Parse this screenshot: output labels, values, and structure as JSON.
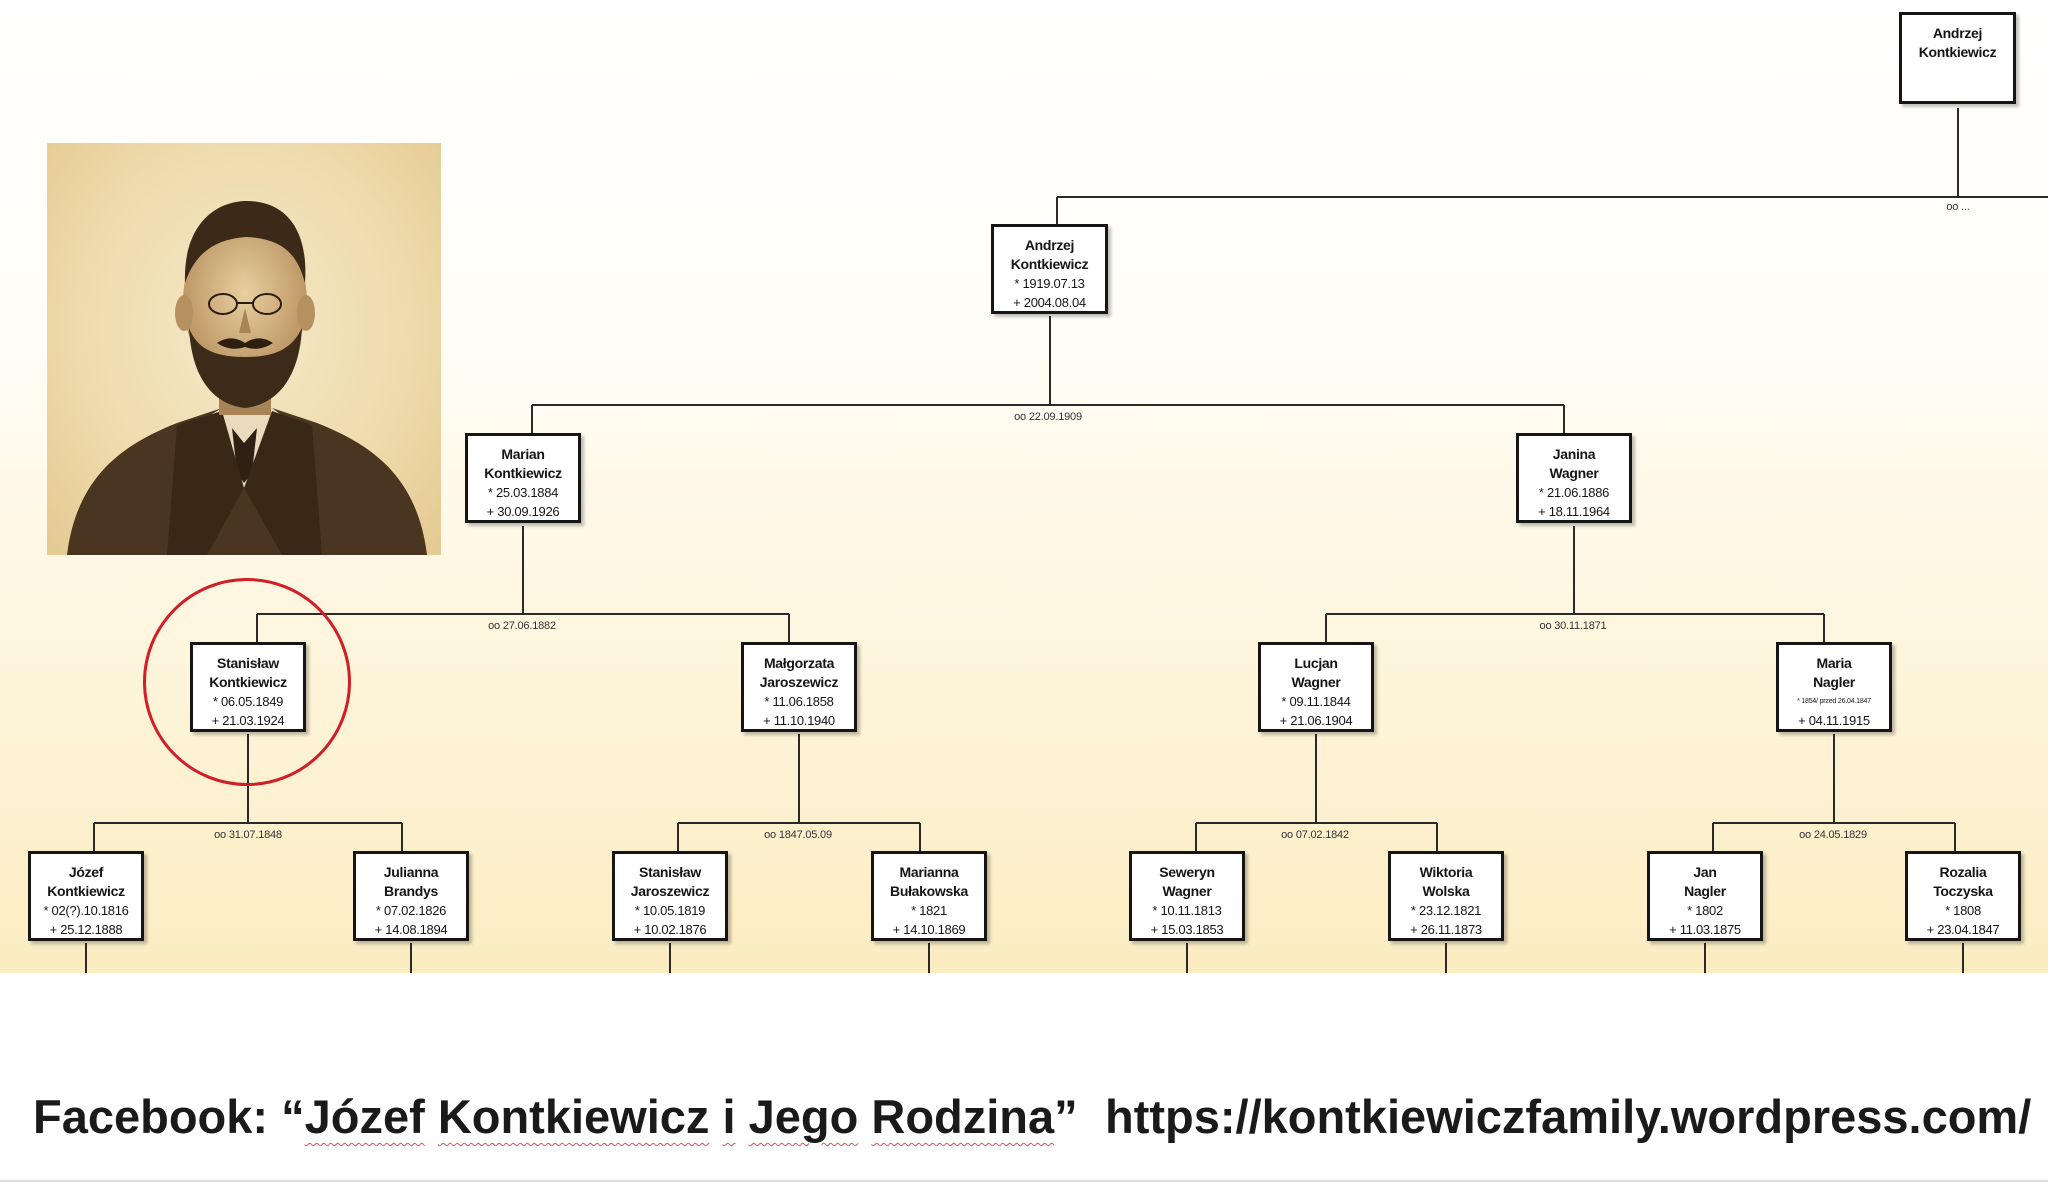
{
  "root_person": {
    "first": "Andrzej",
    "last": "Kontkiewicz"
  },
  "root_marriage": "oo ...",
  "andrzej": {
    "first": "Andrzej",
    "last": "Kontkiewicz",
    "birth": "* 1919.07.13",
    "death": "+ 2004.08.04"
  },
  "marriages": {
    "m1909": "oo 22.09.1909",
    "m1882": "oo 27.06.1882",
    "m1871": "oo 30.11.1871",
    "m1848": "oo 31.07.1848",
    "m1847": "oo 1847.05.09",
    "m1842": "oo 07.02.1842",
    "m1829": "oo 24.05.1829"
  },
  "marian": {
    "first": "Marian",
    "last": "Kontkiewicz",
    "birth": "* 25.03.1884",
    "death": "+ 30.09.1926"
  },
  "janina": {
    "first": "Janina",
    "last": "Wagner",
    "birth": "* 21.06.1886",
    "death": "+ 18.11.1964"
  },
  "stanislaw": {
    "first": "Stanisław",
    "last": "Kontkiewicz",
    "birth": "* 06.05.1849",
    "death": "+ 21.03.1924"
  },
  "malgorzata": {
    "first": "Małgorzata",
    "last": "Jaroszewicz",
    "birth": "* 11.06.1858",
    "death": "+ 11.10.1940"
  },
  "lucjan": {
    "first": "Lucjan",
    "last": "Wagner",
    "birth": "* 09.11.1844",
    "death": "+ 21.06.1904"
  },
  "maria": {
    "first": "Maria",
    "last": "Nagler",
    "birth": "* 1854/ przed 26.04.1847",
    "death": "+ 04.11.1915"
  },
  "jozef": {
    "first": "Józef",
    "last": "Kontkiewicz",
    "birth": "* 02(?).10.1816",
    "death": "+ 25.12.1888"
  },
  "julianna": {
    "first": "Julianna",
    "last": "Brandys",
    "birth": "* 07.02.1826",
    "death": "+ 14.08.1894"
  },
  "stanislaw_j": {
    "first": "Stanisław",
    "last": "Jaroszewicz",
    "birth": "* 10.05.1819",
    "death": "+ 10.02.1876"
  },
  "marianna": {
    "first": "Marianna",
    "last": "Bułakowska",
    "birth": "* 1821",
    "death": "+ 14.10.1869"
  },
  "seweryn": {
    "first": "Seweryn",
    "last": "Wagner",
    "birth": "* 10.11.1813",
    "death": "+ 15.03.1853"
  },
  "wiktoria": {
    "first": "Wiktoria",
    "last": "Wolska",
    "birth": "* 23.12.1821",
    "death": "+ 26.11.1873"
  },
  "jan": {
    "first": "Jan",
    "last": "Nagler",
    "birth": "* 1802",
    "death": "+ 11.03.1875"
  },
  "rozalia": {
    "first": "Rozalia",
    "last": "Toczyska",
    "birth": "* 1808",
    "death": "+ 23.04.1847"
  },
  "footer": {
    "fb_prefix": "Facebook: “",
    "fb_word1": "Józef",
    "fb_word2": "Kontkiewicz",
    "fb_word3": "i",
    "fb_word4": "Jego",
    "fb_word5": "Rodzina",
    "fb_suffix": "”",
    "url": "https://kontkiewiczfamily.wordpress.com/"
  },
  "colors": {
    "highlight": "#d11f27",
    "box_border": "#151515",
    "background_top": "#ffffff",
    "background_bottom": "#fbecc1"
  }
}
